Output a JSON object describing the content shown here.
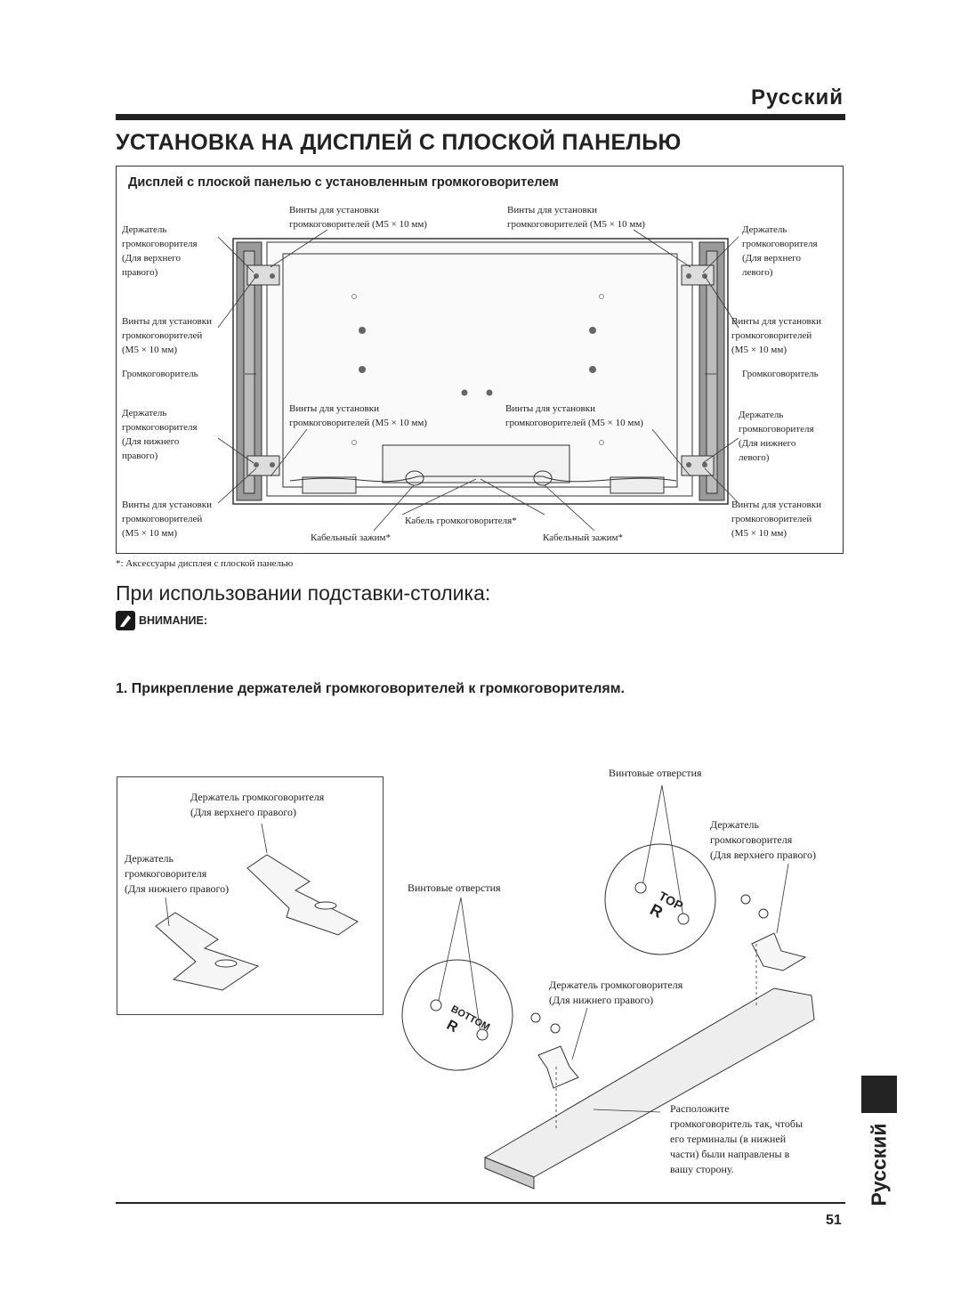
{
  "header": {
    "language": "Русский",
    "title": "УСТАНОВКА НА ДИСПЛЕЙ С ПЛОСКОЙ ПАНЕЛЬЮ"
  },
  "panel_diagram": {
    "subtitle": "Дисплей с плоской панелью с установленным громкоговорителем",
    "screws_top_left": "Винты для установки\nгромкоговорителей (M5 × 10 мм)",
    "screws_top_right": "Винты для установки\nгромкоговорителей (M5 × 10 мм)",
    "holder_upper_right": "Держатель\nгромкоговорителя\n(Для верхнего\nправого)",
    "holder_upper_left": "Держатель\nгромкоговорителя\n(Для верхнего\nлевого)",
    "screws_mid_left": "Винты для установки\nгромкоговорителей\n(M5 × 10 мм)",
    "screws_mid_right": "Винты для установки\nгромкоговорителей\n(M5 × 10 мм)",
    "speaker_left": "Громкоговоритель",
    "speaker_right": "Громкоговоритель",
    "holder_lower_right": "Держатель\nгромкоговорителя\n(Для нижнего\nправого)",
    "holder_lower_left": "Держатель\nгромкоговорителя\n(Для нижнего\nлевого)",
    "screws_center_left": "Винты для установки\nгромкоговорителей (M5 × 10 мм)",
    "screws_center_right": "Винты для установки\nгромкоговорителей (M5 × 10 мм)",
    "screws_bottom_left": "Винты для установки\nгромкоговорителей\n(M5 × 10 мм)",
    "screws_bottom_right": "Винты для установки\nгромкоговорителей\n(M5 × 10 мм)",
    "cable": "Кабель громкоговорителя*",
    "clamp_left": "Кабельный зажим*",
    "clamp_right": "Кабельный зажим*"
  },
  "footnote": "*: Аксессуары дисплея с плоской панелью",
  "section": {
    "heading": "При использовании подставки-столика:",
    "warning_label": "ВНИМАНИЕ:"
  },
  "step1": "1. Прикрепление держателей громкоговорителей к громкоговорителям.",
  "bracket_diagram": {
    "holder_top": "Держатель громкоговорителя\n(Для верхнего правого)",
    "holder_bottom": "Держатель\nгромкоговорителя\n(Для нижнего правого)",
    "screw_holes_top": "Винтовые отверстия",
    "screw_holes_mid": "Винтовые отверстия",
    "holder_upper_right_assembly": "Держатель\nгромкоговорителя\n(Для верхнего правого)",
    "holder_lower_right_assembly": "Держатель громкоговорителя\n(Для нижнего правого)",
    "position_note": "Расположите\nгромкоговоритель так, чтобы\nего терминалы (в нижней\nчасти) были направлены в\nвашу сторону.",
    "top_mark": "TOP",
    "bottom_mark": "BOTTOM",
    "r_mark": "R"
  },
  "footer": {
    "side_tab": "Русский",
    "page": "51"
  }
}
